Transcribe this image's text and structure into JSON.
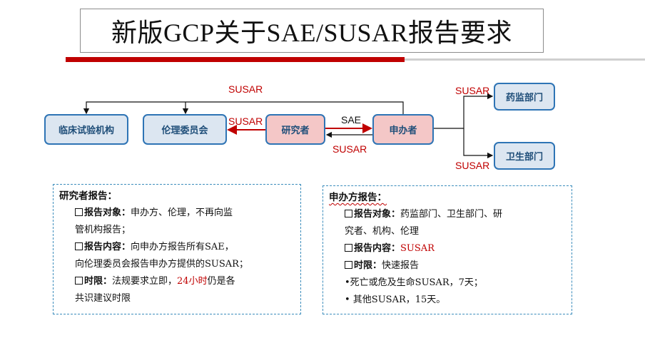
{
  "title": "新版GCP关于SAE/SUSAR报告要求",
  "nodes": {
    "clinical": "临床试验机构",
    "ethics": "伦理委员会",
    "investigator": "研究者",
    "sponsor": "申办者",
    "drug_reg": "药监部门",
    "health": "卫生部门"
  },
  "edges": {
    "top_susar": "SUSAR",
    "inv_to_ethics": "SUSAR",
    "inv_to_sponsor": "SAE",
    "sponsor_to_inv": "SUSAR",
    "to_drug_reg": "SUSAR",
    "to_health": "SUSAR"
  },
  "investigator_panel": {
    "header": "研究者报告：",
    "obj_label": "报告对象：",
    "obj_text1": "申办方、伦理，不再向监",
    "obj_text2": "管机构报告；",
    "content_label": "报告内容：",
    "content_text1": "向申办方报告所有SAE，",
    "content_text2": "向伦理委员会报告申办方提供的SUSAR；",
    "time_label": "时限：",
    "time_pre": "法规要求立即，",
    "time_red": "24小时",
    "time_post": "仍是各",
    "time_text2": "共识建议时限"
  },
  "sponsor_panel": {
    "header": "申办方报告：",
    "obj_label": "报告对象：",
    "obj_text1": "药监部门、卫生部门、研",
    "obj_text2": "究者、机构、伦理",
    "content_label": "报告内容：",
    "content_red": "SUSAR",
    "time_label": "时限：",
    "time_text": "快速报告",
    "bullet1": "•死亡或危及生命SUSAR，7天；",
    "bullet2": "• 其他SUSAR，15天。"
  },
  "colors": {
    "accent_red": "#c00000",
    "node_border": "#2e74b5",
    "node_blue": "#dce6f1",
    "node_pink": "#f4c7c7"
  }
}
